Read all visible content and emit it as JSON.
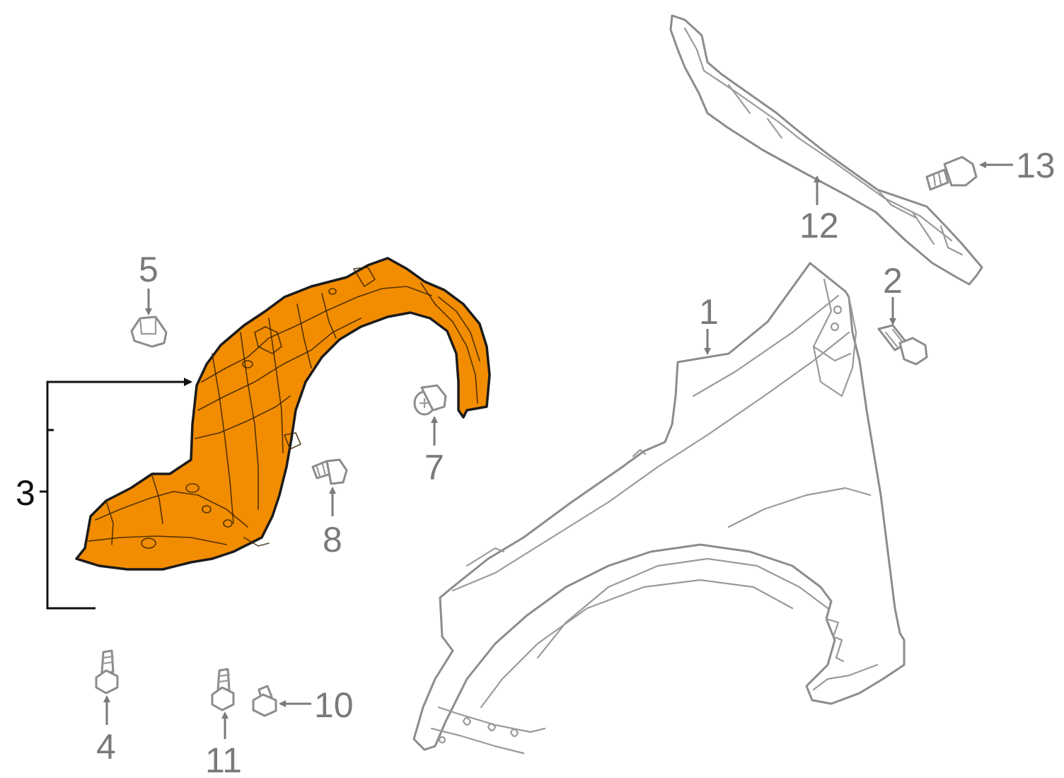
{
  "callouts": {
    "c1": "1",
    "c2": "2",
    "c3": "3",
    "c4": "4",
    "c5": "5",
    "c7": "7",
    "c8": "8",
    "c10": "10",
    "c11": "11",
    "c12": "12",
    "c13": "13"
  },
  "colors": {
    "highlighted_part": "#f28c00",
    "line_art": "#8c8c8c",
    "callout_text": "#7a7a7a"
  }
}
